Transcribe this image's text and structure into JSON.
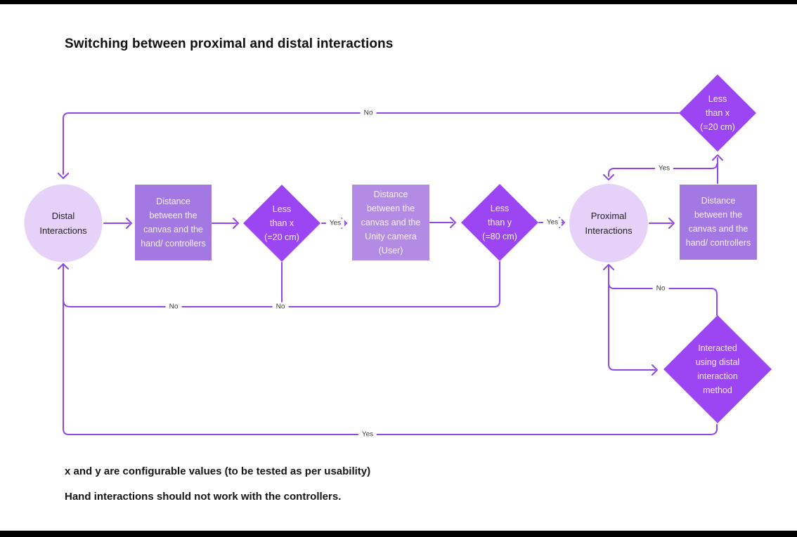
{
  "title": "Switching between proximal and distal interactions",
  "notes": {
    "line1": "x and y are configurable values (to be tested as per usability)",
    "line2": "Hand interactions should not work with the controllers."
  },
  "colors": {
    "circle_fill": "#e6d2f8",
    "rect_dark_fill": "#a478e2",
    "rect_light_fill": "#b48be4",
    "diamond_fill": "#9c45f2",
    "connector": "#9146eb",
    "node_text_light": "#f6f0fd",
    "node_text_dark": "#1f1f1f",
    "edge_label_text": "#3b3b3b",
    "frame_bar": "#000000"
  },
  "nodes": {
    "distal": {
      "label": "Distal\nInteractions"
    },
    "distance_hand_left": {
      "label": "Distance\nbetween the\ncanvas and the\nhand/ controllers"
    },
    "less_than_x_mid": {
      "label": "Less\nthan x\n(=20 cm)"
    },
    "distance_camera": {
      "label": "Distance\nbetween the\ncanvas and the\nUnity camera\n(User)"
    },
    "less_than_y": {
      "label": "Less\nthan y\n(=80 cm)"
    },
    "proximal": {
      "label": "Proximal\nInteractions"
    },
    "distance_hand_right": {
      "label": "Distance\nbetween the\ncanvas and the\nhand/ controllers"
    },
    "less_than_x_top": {
      "label": "Less\nthan x\n(=20 cm)"
    },
    "interacted_distal": {
      "label": "Interacted\nusing distal\ninteraction\nmethod"
    }
  },
  "edge_labels": {
    "top_no": "No",
    "x_mid_yes": "Yes",
    "y_yes": "Yes",
    "mid_no_left": "No",
    "mid_no_right": "No",
    "top_right_yes": "Yes",
    "right_no": "No",
    "bottom_yes": "Yes"
  }
}
